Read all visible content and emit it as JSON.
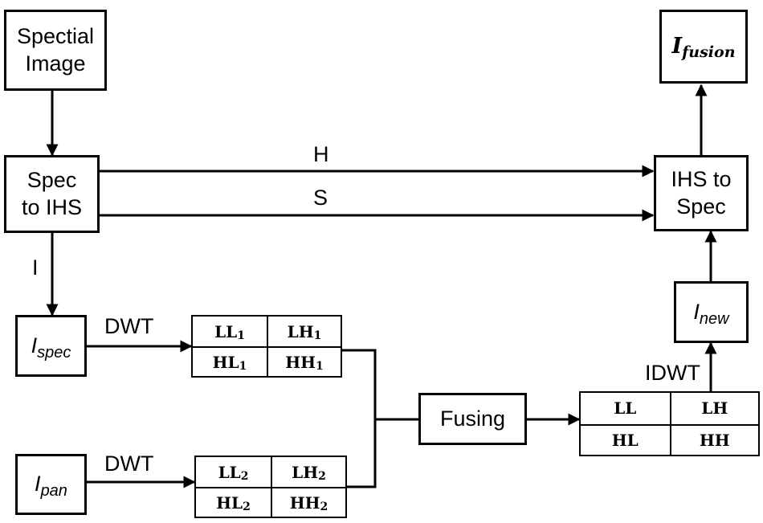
{
  "nodes": {
    "spectral_image": {
      "line1": "Spectial",
      "line2": "Image"
    },
    "spec_to_ihs": {
      "line1": "Spec",
      "line2": "to IHS"
    },
    "ihs_to_spec": {
      "line1": "IHS to",
      "line2": "Spec"
    },
    "i_fusion": {
      "base": "I",
      "sub": "fusion"
    },
    "i_spec": {
      "base": "I",
      "sub": "spec"
    },
    "i_pan": {
      "base": "I",
      "sub": "pan"
    },
    "i_new": {
      "base": "I",
      "sub": "new"
    },
    "fusing": "Fusing"
  },
  "grids": {
    "dwt1": {
      "tl": "LL",
      "tl_sub": "1",
      "tr": "LH",
      "tr_sub": "1",
      "bl": "HL",
      "bl_sub": "1",
      "br": "HH",
      "br_sub": "1"
    },
    "dwt2": {
      "tl": "LL",
      "tl_sub": "2",
      "tr": "LH",
      "tr_sub": "2",
      "bl": "HL",
      "bl_sub": "2",
      "br": "HH",
      "br_sub": "2"
    },
    "result": {
      "tl": "LL",
      "tr": "LH",
      "bl": "HL",
      "br": "HH"
    }
  },
  "edge_labels": {
    "h": "H",
    "s": "S",
    "i": "I",
    "dwt_spec": "DWT",
    "dwt_pan": "DWT",
    "idwt": "IDWT"
  }
}
